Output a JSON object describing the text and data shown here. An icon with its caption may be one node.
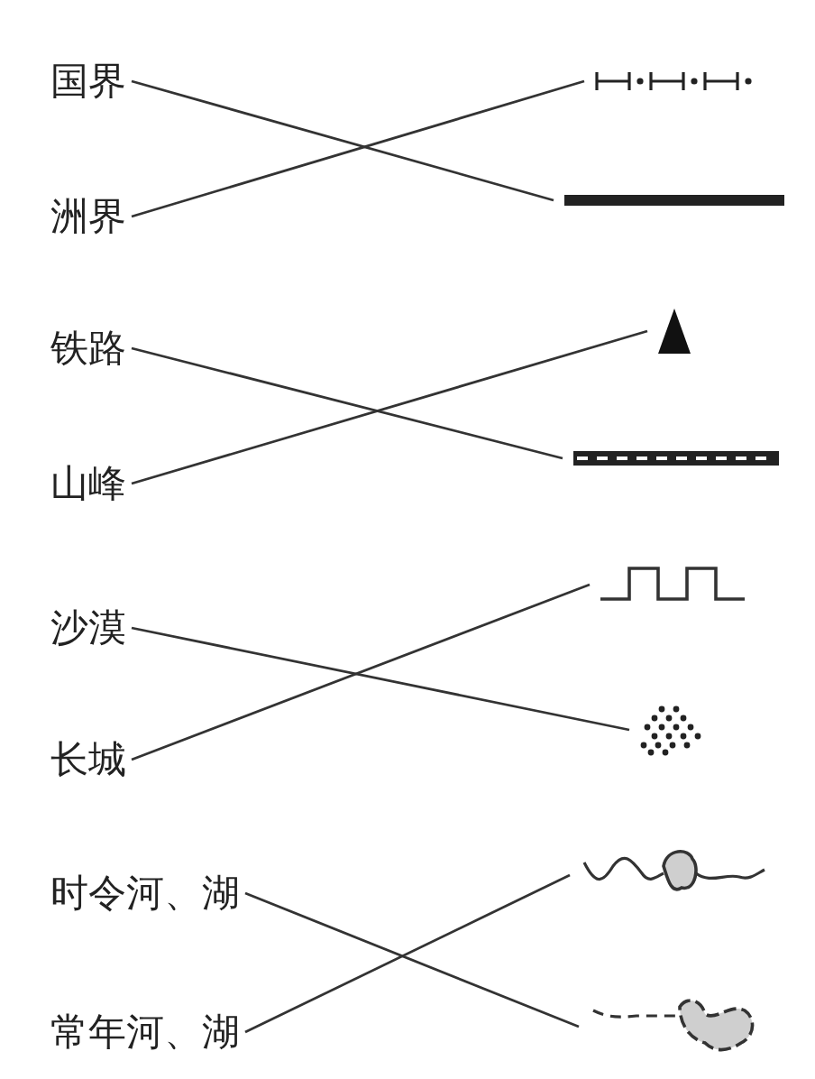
{
  "diagram": {
    "nodes": [
      {
        "text": [
          "国界"
        ]
      },
      {
        "text": [
          "洲界"
        ]
      },
      {
        "text": [
          "铁路"
        ]
      },
      {
        "text": [
          "山峰"
        ]
      },
      {
        "text": [
          "沙漠"
        ]
      },
      {
        "text": [
          "长城"
        ]
      },
      {
        "text": [
          "时令河、湖"
        ]
      },
      {
        "text": [
          "常年河、湖"
        ]
      },
      {
        "text": [],
        "shape": "picture"
      },
      {
        "text": [],
        "shape": "bar"
      },
      {
        "text": [],
        "shape": "picture"
      },
      {
        "text": [],
        "shape": "picture"
      },
      {
        "text": [],
        "shape": "picture"
      },
      {
        "text": [],
        "shape": "picture"
      },
      {
        "text": [],
        "shape": "picture"
      },
      {
        "text": [],
        "shape": "picture"
      }
    ],
    "edges": [
      {
        "from": 0,
        "to": 9,
        "arrow": "none"
      },
      {
        "from": 1,
        "to": 8,
        "arrow": "none"
      },
      {
        "from": 2,
        "to": 11,
        "arrow": "none"
      },
      {
        "from": 3,
        "to": 10,
        "arrow": "none"
      },
      {
        "from": 4,
        "to": 13,
        "arrow": "none"
      },
      {
        "from": 5,
        "to": 12,
        "arrow": "none"
      },
      {
        "from": 6,
        "to": 15,
        "arrow": "none"
      },
      {
        "from": 7,
        "to": 14,
        "arrow": "none"
      }
    ]
  }
}
